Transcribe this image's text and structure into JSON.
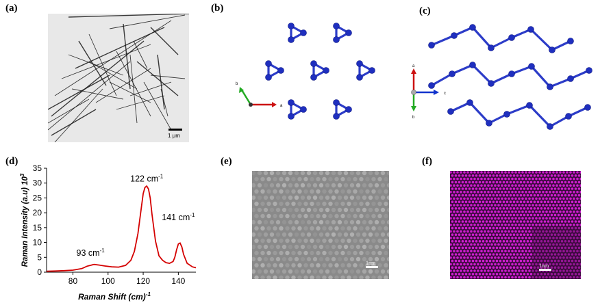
{
  "panels": {
    "a": {
      "label": "(a)",
      "scale_bar": "1 μm"
    },
    "b": {
      "label": "(b)",
      "axes": {
        "a": "a",
        "b": "b"
      }
    },
    "c": {
      "label": "(c)",
      "axes": {
        "a": "a",
        "b": "b",
        "c": "c"
      }
    },
    "d": {
      "label": "(d)"
    },
    "e": {
      "label": "(e)",
      "scale_bar": "1nm"
    },
    "f": {
      "label": "(f)",
      "scale_bar": "1nm"
    }
  },
  "colors": {
    "atom": "#1f2fbf",
    "bond": "#2c3cc8",
    "raman_line": "#d40000",
    "axis_a": "#cc1111",
    "axis_b": "#22aa22",
    "axis_c": "#1133cc",
    "magenta": "#e020e0"
  },
  "chart_data": {
    "type": "line",
    "title": "",
    "xlabel": "Raman Shift (cm)-1",
    "ylabel": "Raman Intensity (a.u) 10",
    "ylabel_exp": "3",
    "xlim": [
      65,
      150
    ],
    "ylim": [
      0,
      35
    ],
    "xticks": [
      80,
      100,
      120,
      140
    ],
    "yticks": [
      0,
      5,
      10,
      15,
      20,
      25,
      30,
      35
    ],
    "series": [
      {
        "name": "",
        "x": [
          65,
          70,
          75,
          80,
          85,
          88,
          92,
          95,
          98,
          102,
          106,
          110,
          113,
          115,
          117,
          119,
          120,
          121,
          122,
          123,
          124,
          125,
          127,
          129,
          131,
          133,
          135,
          137,
          138,
          139,
          140,
          141,
          142,
          143,
          145,
          148,
          150
        ],
        "y": [
          0.3,
          0.4,
          0.5,
          0.7,
          1.2,
          2.0,
          2.6,
          2.4,
          2.1,
          1.8,
          1.7,
          2.3,
          4.0,
          7.0,
          13.0,
          22.0,
          26.5,
          28.5,
          29.0,
          28.0,
          25.0,
          19.5,
          10.5,
          5.5,
          4.0,
          3.2,
          3.0,
          3.6,
          5.0,
          7.5,
          9.5,
          9.8,
          8.5,
          6.0,
          3.0,
          1.8,
          1.5
        ]
      }
    ],
    "annotations": [
      {
        "text": "122 cm",
        "sup": "-1",
        "x": 122,
        "y": 30.5
      },
      {
        "text": "141 cm",
        "sup": "-1",
        "x": 141,
        "y": 17.5
      },
      {
        "text": "93 cm",
        "sup": "-1",
        "x": 93,
        "y": 5.5
      }
    ]
  }
}
